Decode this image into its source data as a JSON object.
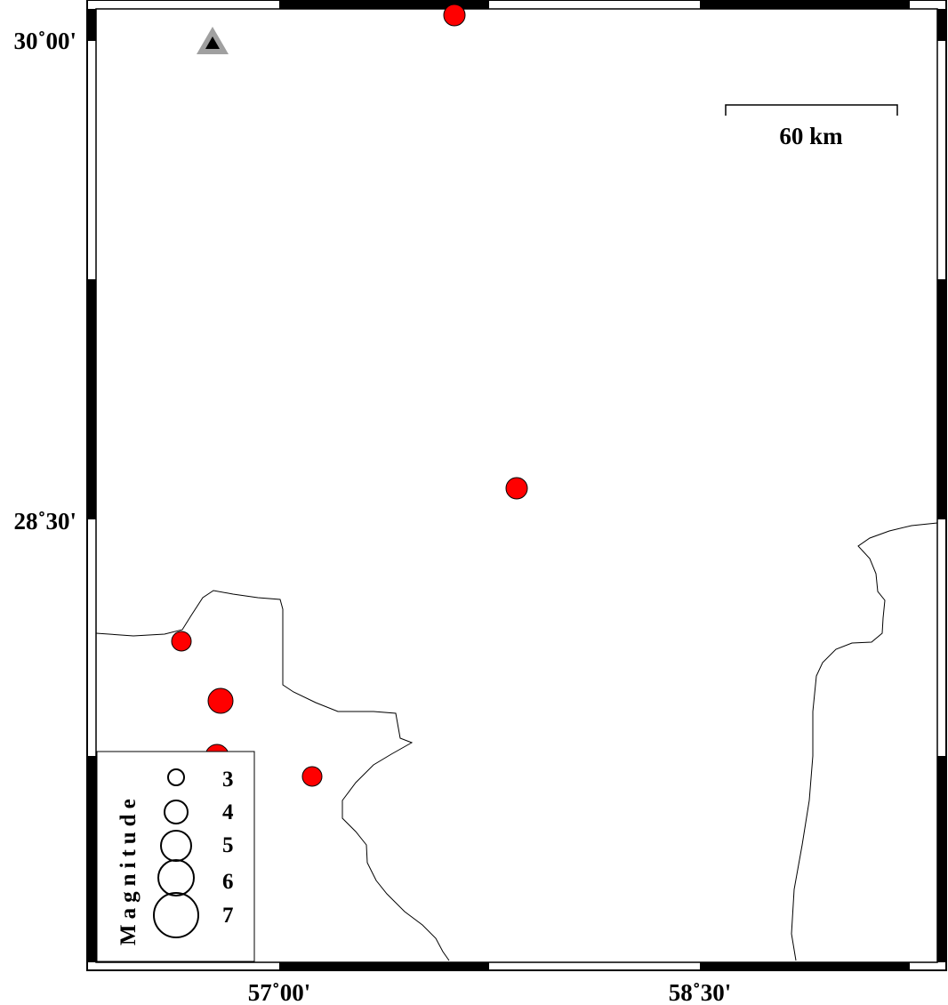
{
  "map": {
    "lon_labels": [
      "57˚00'",
      "58˚30'"
    ],
    "lat_labels": [
      "30˚00'",
      "28˚30'"
    ],
    "scale_bar": {
      "label": "60 km"
    },
    "station_marker": {
      "shape": "triangle",
      "outer_color": "#a0a0a0",
      "inner_color": "#000000"
    },
    "event_color": "#ff0000",
    "coastline_color": "#000000"
  },
  "legend": {
    "title": "Magnitude",
    "items": [
      {
        "magnitude": 3,
        "label": "3"
      },
      {
        "magnitude": 4,
        "label": "4"
      },
      {
        "magnitude": 5,
        "label": "5"
      },
      {
        "magnitude": 6,
        "label": "6"
      },
      {
        "magnitude": 7,
        "label": "7"
      }
    ]
  }
}
